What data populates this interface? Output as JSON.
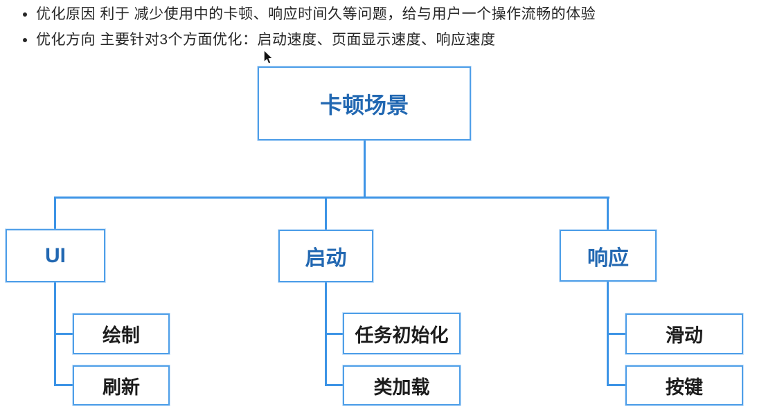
{
  "bullets": [
    "优化原因 利于 减少使用中的卡顿、响应时间久等问题，给与用户一个操作流畅的体验",
    "优化方向 主要针对3个方面优化：启动速度、页面显示速度、响应速度"
  ],
  "colors": {
    "box_border": "#4f9fe8",
    "connector_line": "#3d94e6",
    "branch_text": "#2268b2",
    "leaf_text": "#1c1c1c",
    "note_text": "#262626",
    "background": "#ffffff"
  },
  "tree": {
    "root": {
      "label": "卡顿场景"
    },
    "branches": [
      {
        "label": "UI",
        "children": [
          {
            "label": "绘制"
          },
          {
            "label": "刷新"
          }
        ]
      },
      {
        "label": "启动",
        "children": [
          {
            "label": "任务初始化"
          },
          {
            "label": "类加载"
          }
        ]
      },
      {
        "label": "响应",
        "children": [
          {
            "label": "滑动"
          },
          {
            "label": "按键"
          }
        ]
      }
    ]
  },
  "cursor": {
    "icon": "mouse-pointer"
  }
}
